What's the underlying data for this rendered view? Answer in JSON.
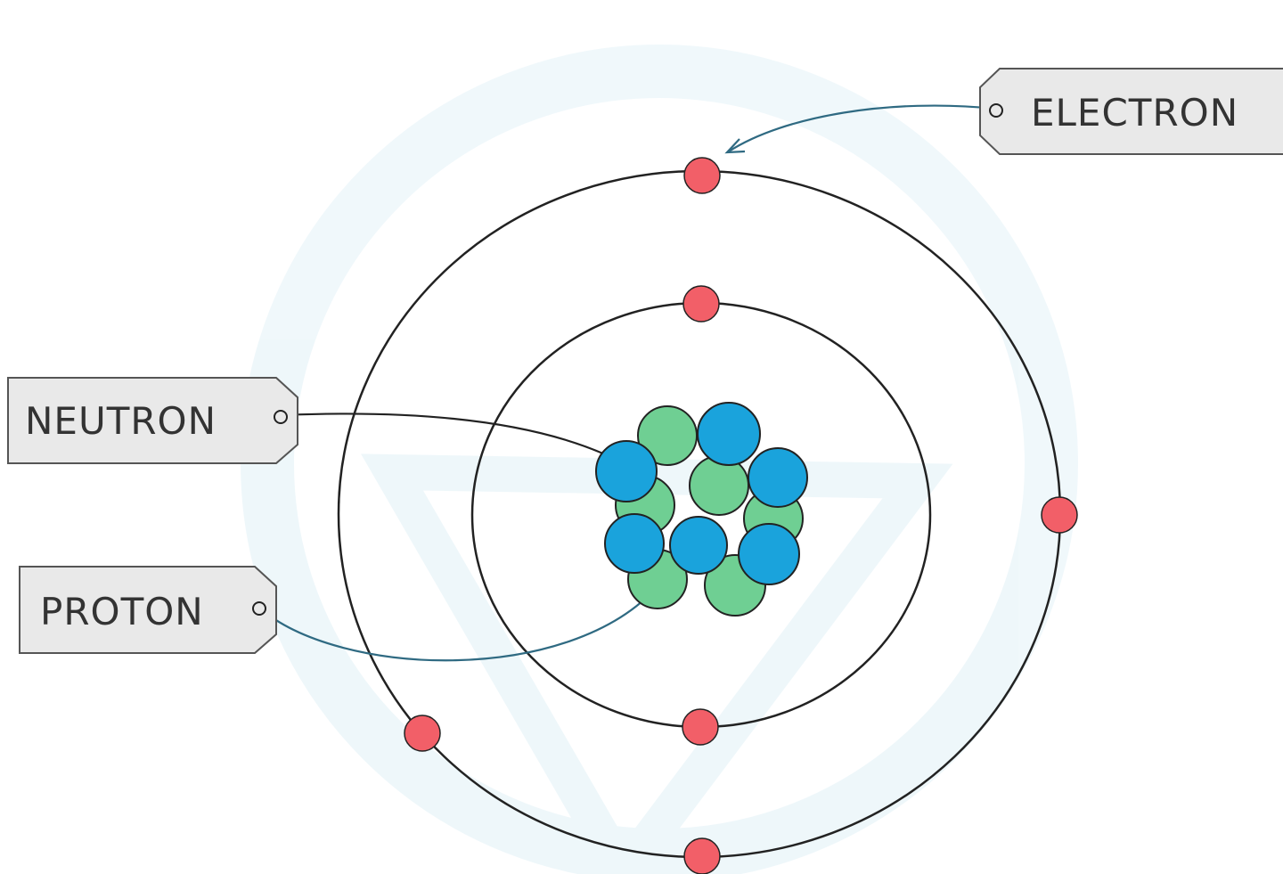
{
  "labels": {
    "electron": "ELECTRON",
    "neutron": "NEUTRON",
    "proton": "PROTON"
  },
  "colors": {
    "electron": "#f25f68",
    "neutron": "#1aa3dc",
    "proton": "#6fcf93",
    "orbit": "#222222",
    "leader": "#2f6a82",
    "label_fill": "#e9e9e9",
    "label_stroke": "#555555"
  }
}
